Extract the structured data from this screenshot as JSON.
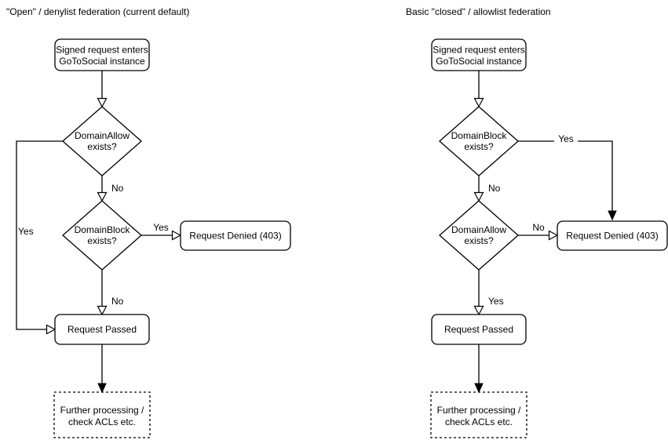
{
  "diagram": {
    "left": {
      "title": "\"Open\" / denylist federation (current default)",
      "start": {
        "line1": "Signed request enters",
        "line2": "GoToSocial instance"
      },
      "decision1": {
        "line1": "DomainAllow",
        "line2": "exists?",
        "yes_label": "Yes",
        "no_label": "No"
      },
      "decision2": {
        "line1": "DomainBlock",
        "line2": "exists?",
        "yes_label": "Yes",
        "no_label": "No"
      },
      "denied_label": "Request Denied (403)",
      "passed_label": "Request Passed",
      "further": {
        "line1": "Further processing /",
        "line2": "check ACLs etc."
      }
    },
    "right": {
      "title": "Basic \"closed\" / allowlist federation",
      "start": {
        "line1": "Signed request enters",
        "line2": "GoToSocial instance"
      },
      "decision1": {
        "line1": "DomainBlock",
        "line2": "exists?",
        "yes_label": "Yes",
        "no_label": "No"
      },
      "decision2": {
        "line1": "DomainAllow",
        "line2": "exists?",
        "yes_label": "Yes",
        "no_label": "No"
      },
      "denied_label": "Request Denied (403)",
      "passed_label": "Request Passed",
      "further": {
        "line1": "Further processing /",
        "line2": "check ACLs etc."
      }
    }
  },
  "colors": {
    "stroke": "#000000",
    "node_fill": "#ffffff",
    "text": "#000000",
    "background": "#ffffff"
  }
}
